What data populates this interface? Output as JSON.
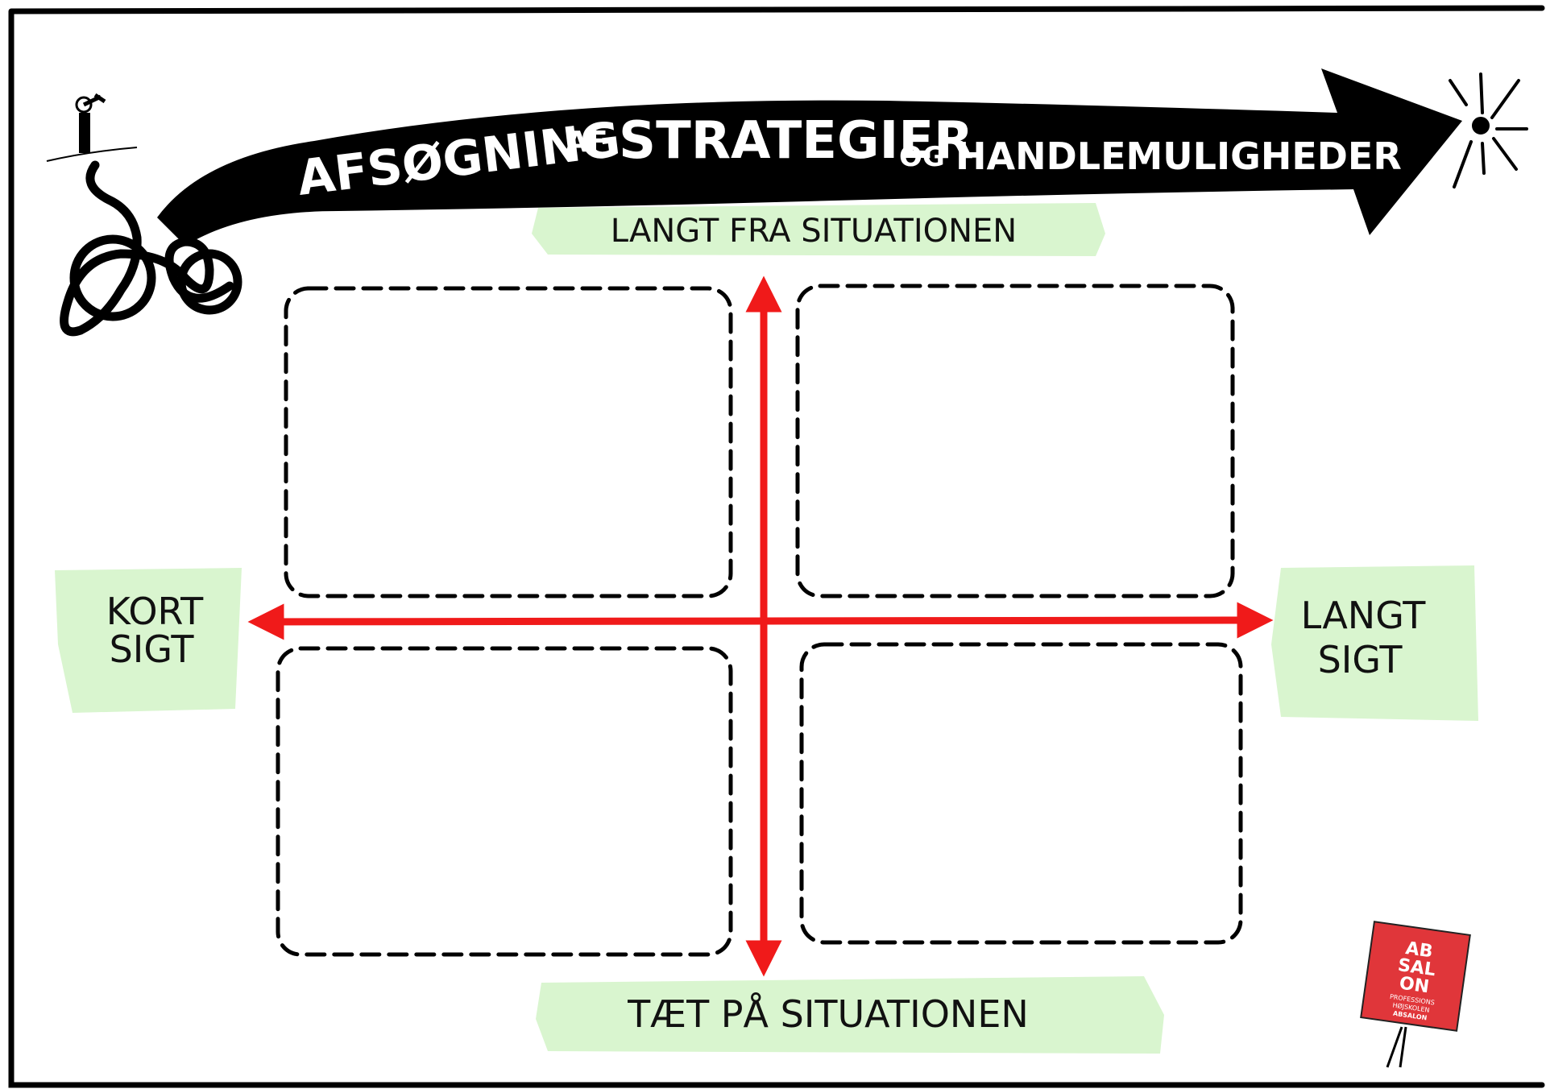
{
  "title": {
    "part1": "AFSØGNING",
    "part2": "AF",
    "part3": "STRATEGIER",
    "part4": "OG",
    "part5": "HANDLEMULIGHEDER"
  },
  "axes": {
    "top": "LANGT FRA SITUATIONEN",
    "bottom": "TÆT PÅ SITUATIONEN",
    "left_line1": "KORT",
    "left_line2": "SIGT",
    "right_line1": "LANGT",
    "right_line2": "SIGT"
  },
  "logo": {
    "line1": "AB",
    "line2": "SAL",
    "line3": "ON",
    "small1": "PROFESSIONS",
    "small2": "HØJSKOLEN",
    "small3": "ABSALON"
  },
  "colors": {
    "axis": "#f01a1a",
    "label_highlight": "#d9f5cf",
    "banner": "#000000",
    "logo": "#e0363a",
    "frame": "#000000"
  }
}
